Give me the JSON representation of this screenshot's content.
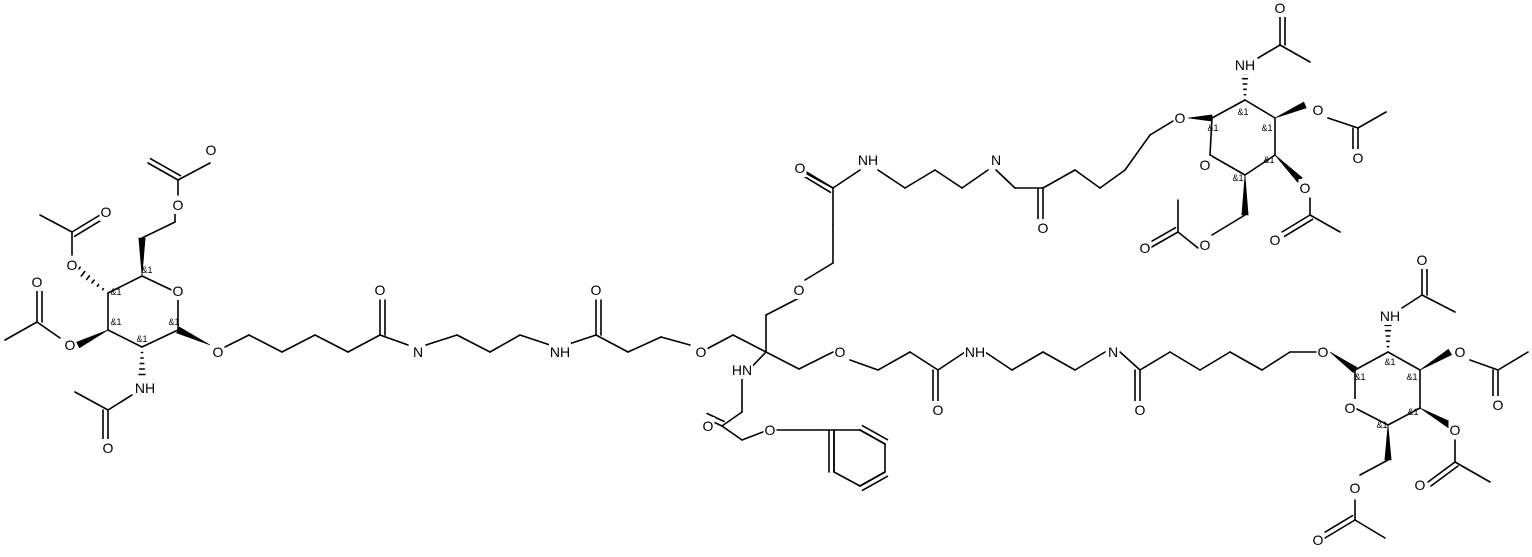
{
  "structure": {
    "atom_labels": [
      "O",
      "N",
      "HN",
      "NH"
    ],
    "stereo_label": "&1"
  }
}
